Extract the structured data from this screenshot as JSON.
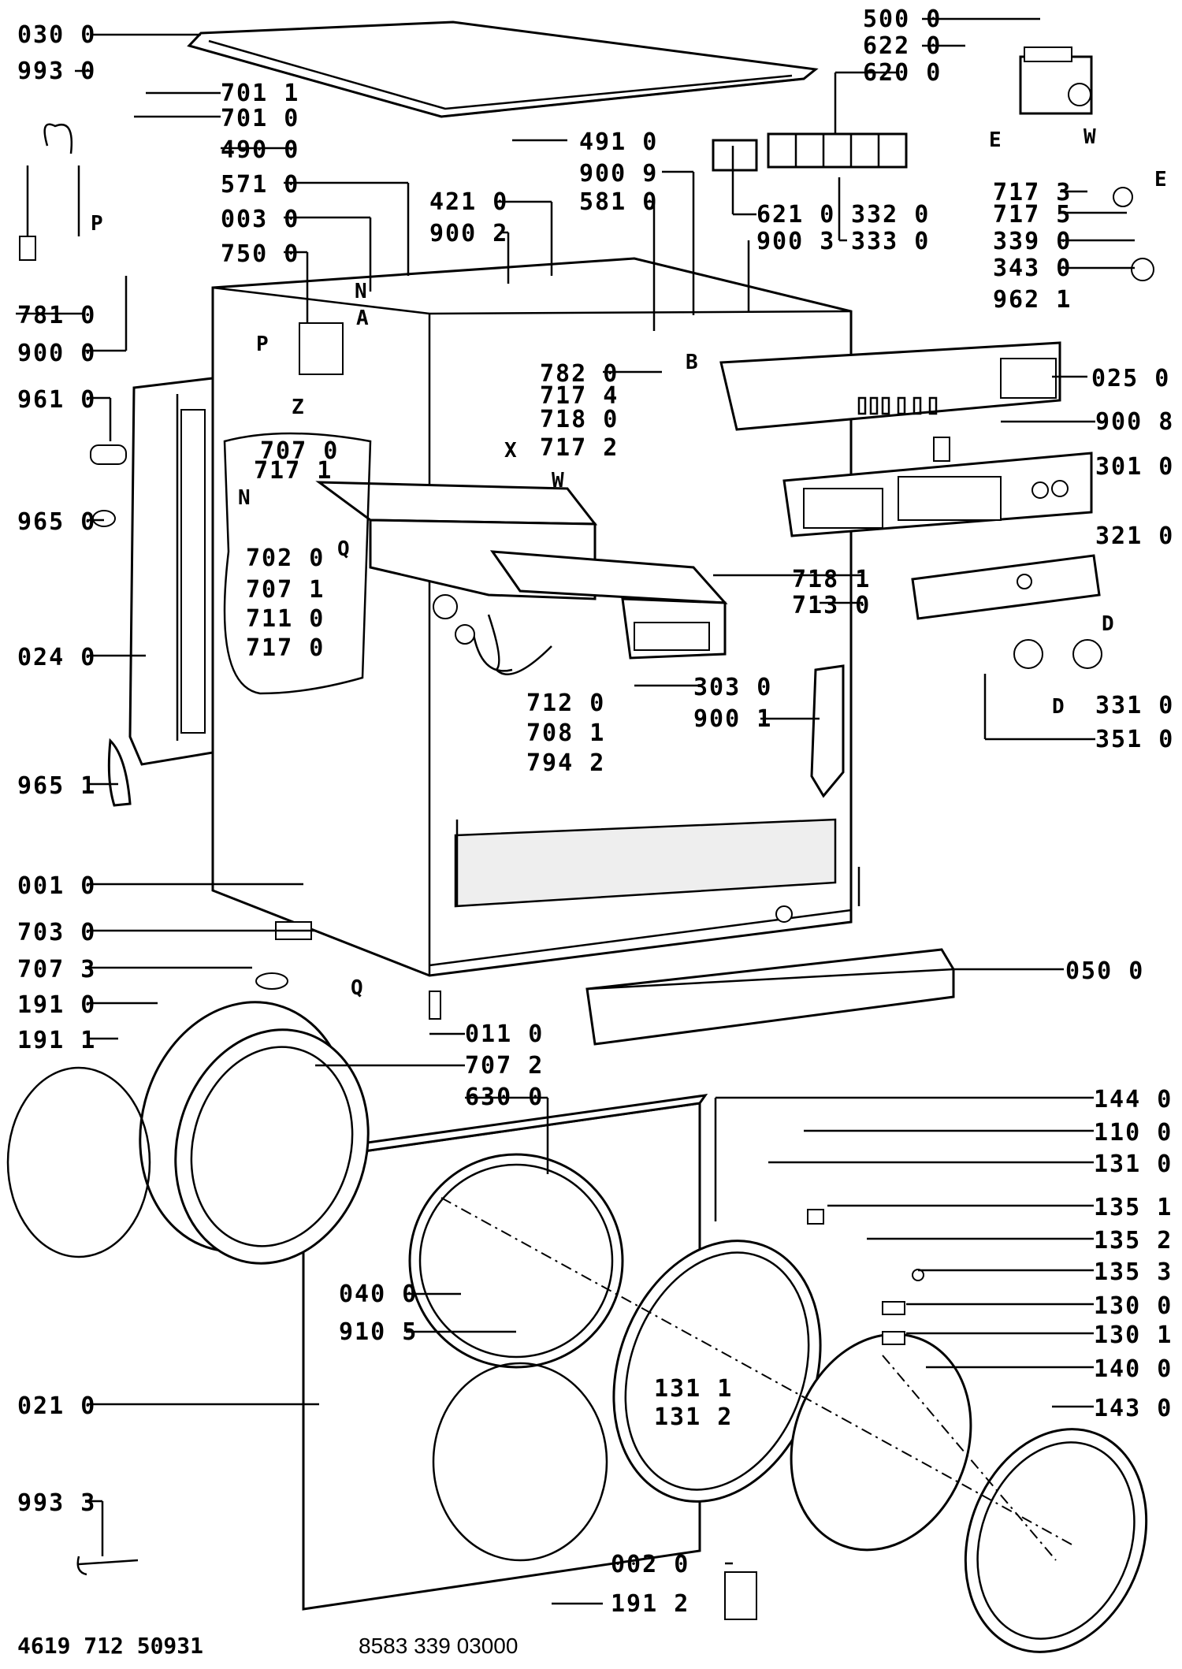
{
  "labels": {
    "l030": "030 0",
    "l993": "993 0",
    "l701a": "701 1",
    "l701b": "701 0",
    "l490": "490 0",
    "l571": "571 0",
    "l003": "003 0",
    "l750": "750 0",
    "l781": "781 0",
    "l900_0": "900 0",
    "l961": "961 0",
    "l965_0": "965 0",
    "l024": "024 0",
    "l965_1": "965 1",
    "l001": "001 0",
    "l703": "703 0",
    "l707_3": "707 3",
    "l191_0": "191 0",
    "l191_1": "191 1",
    "l021": "021 0",
    "l993_3": "993 3",
    "l500": "500 0",
    "l622": "622 0",
    "l620": "620 0",
    "l491": "491 0",
    "l900_9": "900 9",
    "l421": "421 0",
    "l581": "581 0",
    "l900_2": "900 2",
    "l621": "621 0",
    "l332": "332 0",
    "l333": "333 0",
    "l900_3": "900 3",
    "l717_3": "717 3",
    "l717_5": "717 5",
    "l339": "339 0",
    "l343": "343 0",
    "l962": "962 1",
    "l025": "025 0",
    "l900_8": "900 8",
    "l301": "301 0",
    "l321": "321 0",
    "l331": "331 0",
    "l351": "351 0",
    "l718_1": "718 1",
    "l713": "713 0",
    "l303": "303 0",
    "l900_1": "900 1",
    "l782": "782 0",
    "l717_4": "717 4",
    "l718_0": "718 0",
    "l717_2": "717 2",
    "l707_0": "707 0",
    "l717_1": "717 1",
    "l702": "702 0",
    "l707_1": "707 1",
    "l711": "711 0",
    "l717_0": "717 0",
    "l712": "712 0",
    "l708": "708 1",
    "l794": "794 2",
    "l050": "050 0",
    "l011": "011 0",
    "l707_2": "707 2",
    "l630": "630 0",
    "l040": "040 0",
    "l910": "910 5",
    "l144": "144 0",
    "l110": "110 0",
    "l131_0": "131 0",
    "l135_1": "135 1",
    "l135_2": "135 2",
    "l135_3": "135 3",
    "l130_0": "130 0",
    "l130_1": "130 1",
    "l140": "140 0",
    "l143": "143 0",
    "l131_1": "131 1",
    "l131_2": "131 2",
    "l002": "002 0",
    "l191_2": "191 2"
  },
  "letters": {
    "P": "P",
    "N": "N",
    "A": "A",
    "Z": "Z",
    "X": "X",
    "W": "W",
    "B": "B",
    "E": "E",
    "D": "D",
    "Q": "Q"
  },
  "footer": {
    "left": "4619 712 50931",
    "center": "8583 339 03000"
  }
}
